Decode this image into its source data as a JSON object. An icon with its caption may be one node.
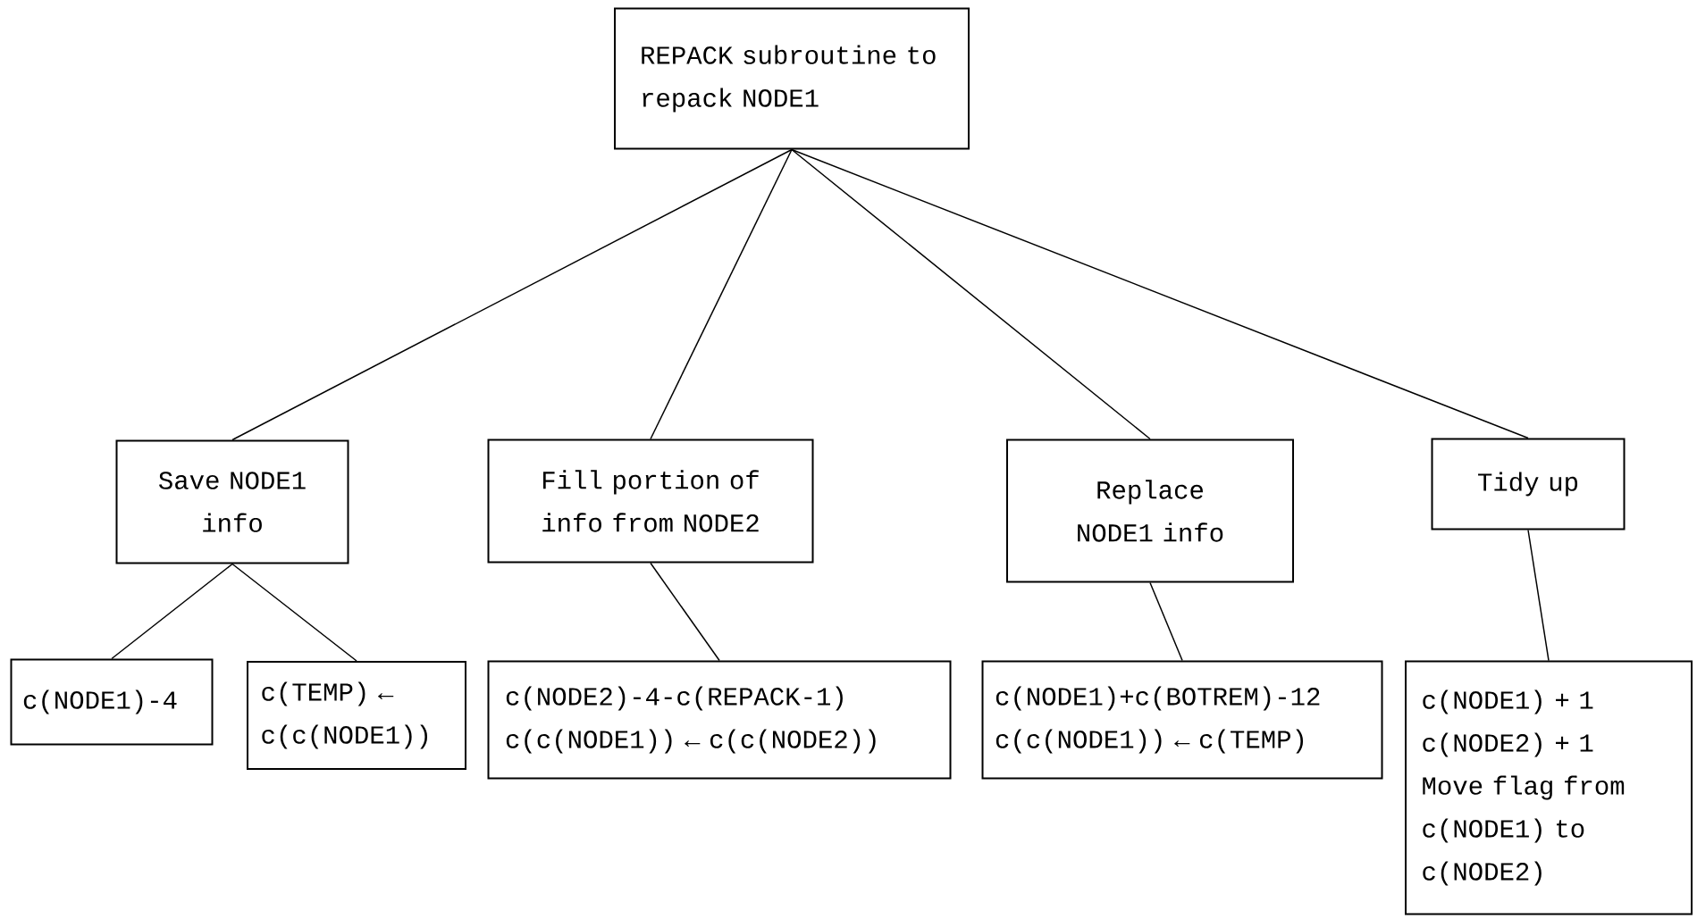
{
  "diagram": {
    "nodes": [
      {
        "text": [
          "REPACK subroutine to repack NODE1"
        ]
      },
      {
        "text": [
          "Save NODE1 info"
        ]
      },
      {
        "text": [
          "Fill portion of info from NODE2"
        ]
      },
      {
        "text": [
          "Replace NODE1 info"
        ]
      },
      {
        "text": [
          "Tidy up"
        ]
      },
      {
        "text": [
          "c(NODE1)-4"
        ]
      },
      {
        "text": [
          "c(TEMP) ← c(c(NODE1))"
        ]
      },
      {
        "text": [
          "c(NODE2)-4-c(REPACK-1)",
          "c(c(NODE1)) ← c(c(NODE2))"
        ]
      },
      {
        "text": [
          "c(NODE1)+c(BOTREM)-12",
          "c(c(NODE1)) ← c(TEMP)"
        ]
      },
      {
        "text": [
          "c(NODE1) + 1",
          "c(NODE2) + 1",
          "Move flag from c(NODE1) to c(NODE2)"
        ]
      }
    ],
    "edges": [
      {
        "from": 0,
        "to": 1,
        "arrow": "none"
      },
      {
        "from": 0,
        "to": 2,
        "arrow": "none"
      },
      {
        "from": 0,
        "to": 3,
        "arrow": "none"
      },
      {
        "from": 0,
        "to": 4,
        "arrow": "none"
      },
      {
        "from": 1,
        "to": 5,
        "arrow": "none"
      },
      {
        "from": 1,
        "to": 6,
        "arrow": "none"
      },
      {
        "from": 2,
        "to": 7,
        "arrow": "none"
      },
      {
        "from": 3,
        "to": 8,
        "arrow": "none"
      },
      {
        "from": 4,
        "to": 9,
        "arrow": "none"
      }
    ]
  }
}
